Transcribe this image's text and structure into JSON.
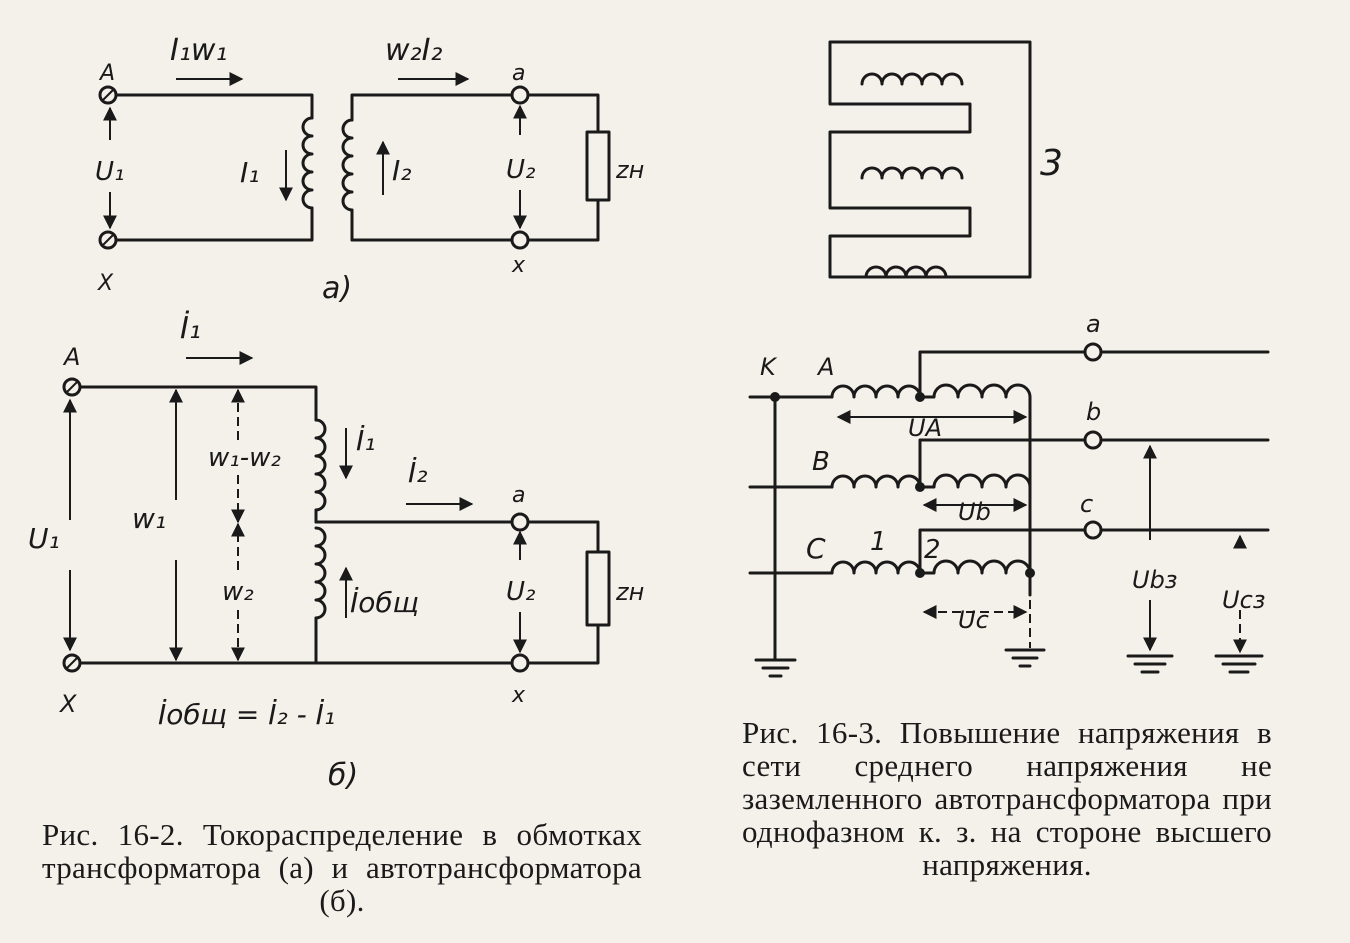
{
  "fig_a": {
    "label_A": "A",
    "label_X": "X",
    "label_a": "a",
    "label_x": "x",
    "label_I1w1": "I₁w₁",
    "label_w2I2": "w₂I₂",
    "label_U1": "U₁",
    "label_I1": "I₁",
    "label_I2": "I₂",
    "label_U2": "U₂",
    "label_zn": "zн",
    "subfig": "a)"
  },
  "fig_b": {
    "label_A": "A",
    "label_X": "X",
    "label_a": "a",
    "label_x": "x",
    "label_I1_top": "İ₁",
    "label_I1_coil": "İ₁",
    "label_I2": "İ₂",
    "label_U1": "U₁",
    "label_w1": "w₁",
    "label_w1w2": "w₁-w₂",
    "label_w2": "w₂",
    "label_Iobsch": "İобщ",
    "label_U2": "U₂",
    "label_zn": "zн",
    "formula": "İобщ = İ₂ - İ₁",
    "subfig": "б)"
  },
  "fig_core": {
    "label_3": "3"
  },
  "fig_16_3": {
    "label_K": "K",
    "label_A": "A",
    "label_B": "B",
    "label_C": "C",
    "label_a": "a",
    "label_b": "b",
    "label_c": "c",
    "label_1": "1",
    "label_2": "2",
    "label_UA": "UА",
    "label_Ub": "Ub",
    "label_Uc": "Uc",
    "label_Ub3": "Ubз",
    "label_Uc3": "Ucз"
  },
  "captions": {
    "fig_16_2": "Рис. 16-2. Токораспределение в обмотках трансформатора (а) и автотрансформатора (б).",
    "fig_16_3": "Рис. 16-3. Повышение напряжения в сети среднего напряжения не заземленного автотрансформатора при однофазном к. з. на стороне высшего напряжения."
  }
}
